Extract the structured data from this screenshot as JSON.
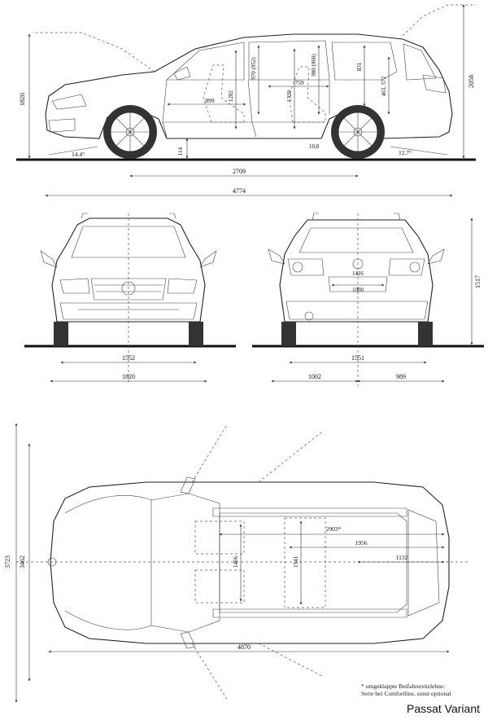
{
  "side_view": {
    "overall_height": "1826",
    "tailgate_open_height": "2058",
    "approach_angle": "14.4°",
    "departure_angle": "12.7°",
    "ground_clearance": "114",
    "wheelbase": "2709",
    "overall_length": "4774",
    "rear_overhang_gap": "10,8",
    "front_legroom": "899",
    "rear_legroom": "759",
    "front_interior_height": "1282",
    "rear_interior_height": "1320",
    "front_headroom": "970 (952)",
    "rear_headroom": "980 (960)",
    "load_height": "831",
    "load_height_rear": "463, 572"
  },
  "front_view": {
    "front_track": "1552",
    "overall_width": "1820"
  },
  "rear_view": {
    "rear_track": "1551",
    "width_left": "1002",
    "width_right": "989",
    "tailgate_opening_width": "1426",
    "load_sill_width": "1000",
    "height": "1517"
  },
  "top_view": {
    "width_mirrors_open": "3723",
    "width_mirrors_folded": "3462",
    "overall_length": "4870",
    "load_length_folded": "2903*",
    "load_length": "1956",
    "load_length_rear": "1132",
    "interior_width_front": "1466",
    "interior_width_rear": "1541"
  },
  "footnote": {
    "line1": "* umgeklappte Beifahrersitzlehne:",
    "line2": "Serie bei Comfortline, sonst optional"
  },
  "model_name": "Passat Variant",
  "colors": {
    "ink": "#222222",
    "paper": "#ffffff"
  }
}
